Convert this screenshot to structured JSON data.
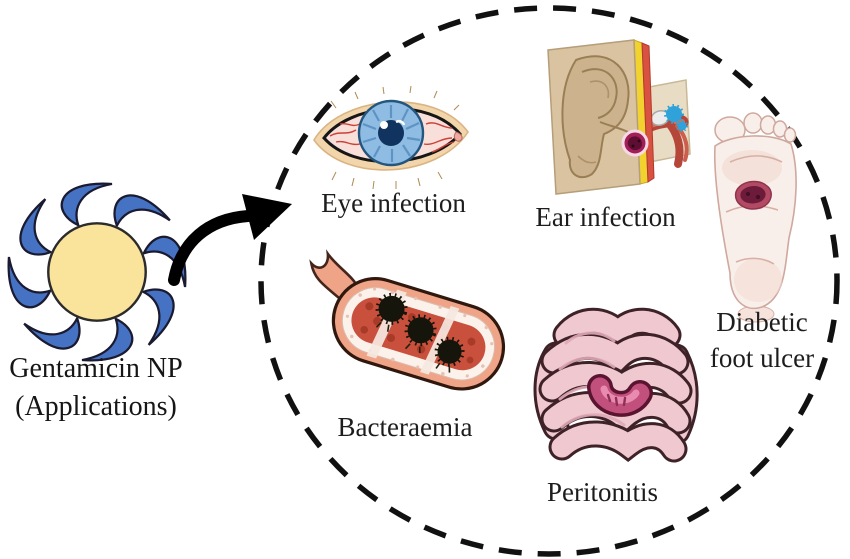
{
  "title": "Gentamicin NP applications diagram",
  "source": {
    "icon": "sun-nanoparticle-icon",
    "label_line1": "Gentamicin NP",
    "label_line2": "(Applications)"
  },
  "connector": {
    "icon": "curved-arrow-icon"
  },
  "boundary": {
    "icon": "dashed-circle-outline"
  },
  "applications": [
    {
      "id": "eye",
      "icon": "infected-eye-icon",
      "label": "Eye infection"
    },
    {
      "id": "ear",
      "icon": "ear-cross-section-icon",
      "label": "Ear infection"
    },
    {
      "id": "foot",
      "icon": "foot-sole-ulcer-icon",
      "label": "Diabetic foot ulcer",
      "label_line1": "Diabetic",
      "label_line2": "foot ulcer"
    },
    {
      "id": "blood",
      "icon": "blood-vessel-bacteria-icon",
      "label": "Bacteraemia"
    },
    {
      "id": "intestine",
      "icon": "intestines-icon",
      "label": "Peritonitis"
    }
  ],
  "colors": {
    "text": "#1d1d1d",
    "outline_black": "#111111",
    "sun_core": "#FAE49B",
    "sun_ray_blue": "#4672C4",
    "eye_lid_tan": "#F2D5AA",
    "eye_sclera_pink": "#F8DFDA",
    "eye_iris_blue": "#8FBCE3",
    "eye_pupil_navy": "#10335F",
    "vein_red": "#CC4136",
    "ear_block_tan": "#D9C3A1",
    "ear_strip_yellow": "#F2D22F",
    "ear_strip_red": "#D95140",
    "ear_canal_red": "#B5473A",
    "bacteria_blue": "#2FA3D9",
    "infection_magenta": "#A21E57",
    "foot_skin": "#F9EFEA",
    "ulcer_maroon": "#6D1B3B",
    "vessel_salmon": "#F0A487",
    "vessel_blood_red": "#C8503C",
    "bacteria_black": "#15150B",
    "intestine_pink": "#EFC8D0",
    "intestine_inflamed": "#C2507C"
  }
}
